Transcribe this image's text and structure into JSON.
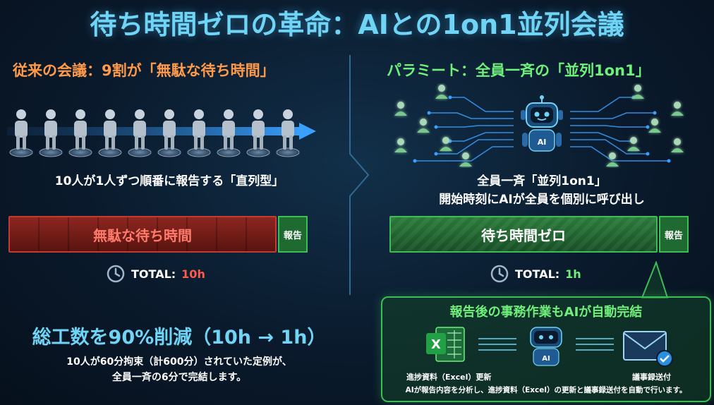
{
  "title": "待ち時間ゼロの革命：AIとの1on1並列会議",
  "left": {
    "heading": "従来の会議：9割が「無駄な待ち時間」",
    "caption": "10人が1人ずつ順番に報告する「直列型」",
    "bar_label": "無駄な待ち時間",
    "report_label": "報告",
    "total_label": "TOTAL:",
    "total_value": "10h",
    "person_count": 10
  },
  "right": {
    "heading": "パラミート：全員一斉の「並列1on1」",
    "caption_line1": "全員一斉「並列1on1」",
    "caption_line2": "開始時刻にAIが全員を個別に呼び出し",
    "bar_label": "待ち時間ゼロ",
    "report_label": "報告",
    "total_label": "TOTAL:",
    "total_value": "1h",
    "robot_badge": "AI"
  },
  "summary": {
    "heading": "総工数を90%削減（10h → 1h）",
    "line1": "10人が60分拘束（計600分）されていた定例が、",
    "line2": "全員一斉の6分で完結します。"
  },
  "panel": {
    "heading": "報告後の事務作業もAIが自動完結",
    "excel_label": "進捗資料（Excel）更新",
    "minutes_label": "議事録送付",
    "robot_badge": "AI",
    "note": "AIが報告内容を分析し、進捗資料（Excel）の更新と議事録送付を自動で行います。"
  },
  "colors": {
    "title": "#6fd4f5",
    "left_heading": "#ff9a4a",
    "right_heading": "#6ff07a",
    "waste_bar": "#8d2620",
    "zero_bar": "#2a7a3a",
    "accent_blue": "#2a8fe0"
  },
  "icons": {
    "person": "person-icon",
    "clock": "clock-icon",
    "robot": "robot-icon",
    "excel": "excel-icon",
    "mail": "mail-check-icon"
  }
}
